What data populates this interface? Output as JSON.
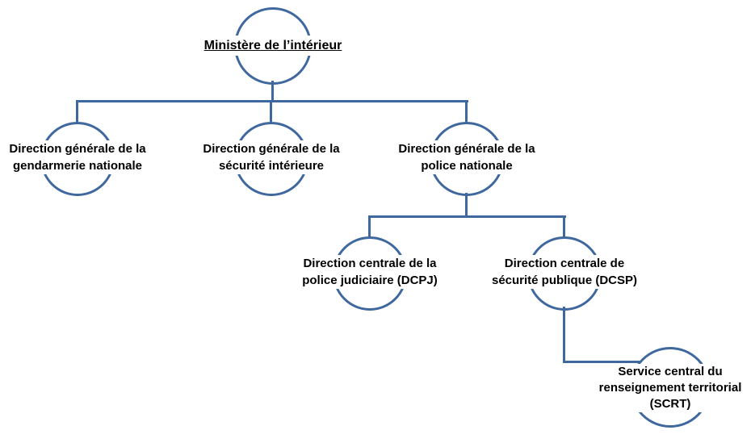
{
  "colors": {
    "connector": "#3F689E",
    "text": "#000000",
    "background": "#FFFFFF"
  },
  "nodes": {
    "ministere": {
      "line1": "Ministère de l’intérieur"
    },
    "dggn": {
      "line1": "Direction générale de la",
      "line2": "gendarmerie nationale"
    },
    "dgsi": {
      "line1": "Direction générale de la",
      "line2": "sécurité intérieure"
    },
    "dgpn": {
      "line1": "Direction générale de la",
      "line2": "police nationale"
    },
    "dcpj": {
      "line1": "Direction centrale de la",
      "line2": "police judiciaire (DCPJ)"
    },
    "dcsp": {
      "line1": "Direction centrale de",
      "line2": "sécurité publique (DCSP)"
    },
    "scrt": {
      "line1": "Service central du",
      "line2": "renseignement territorial",
      "line3": "(SCRT)"
    }
  }
}
